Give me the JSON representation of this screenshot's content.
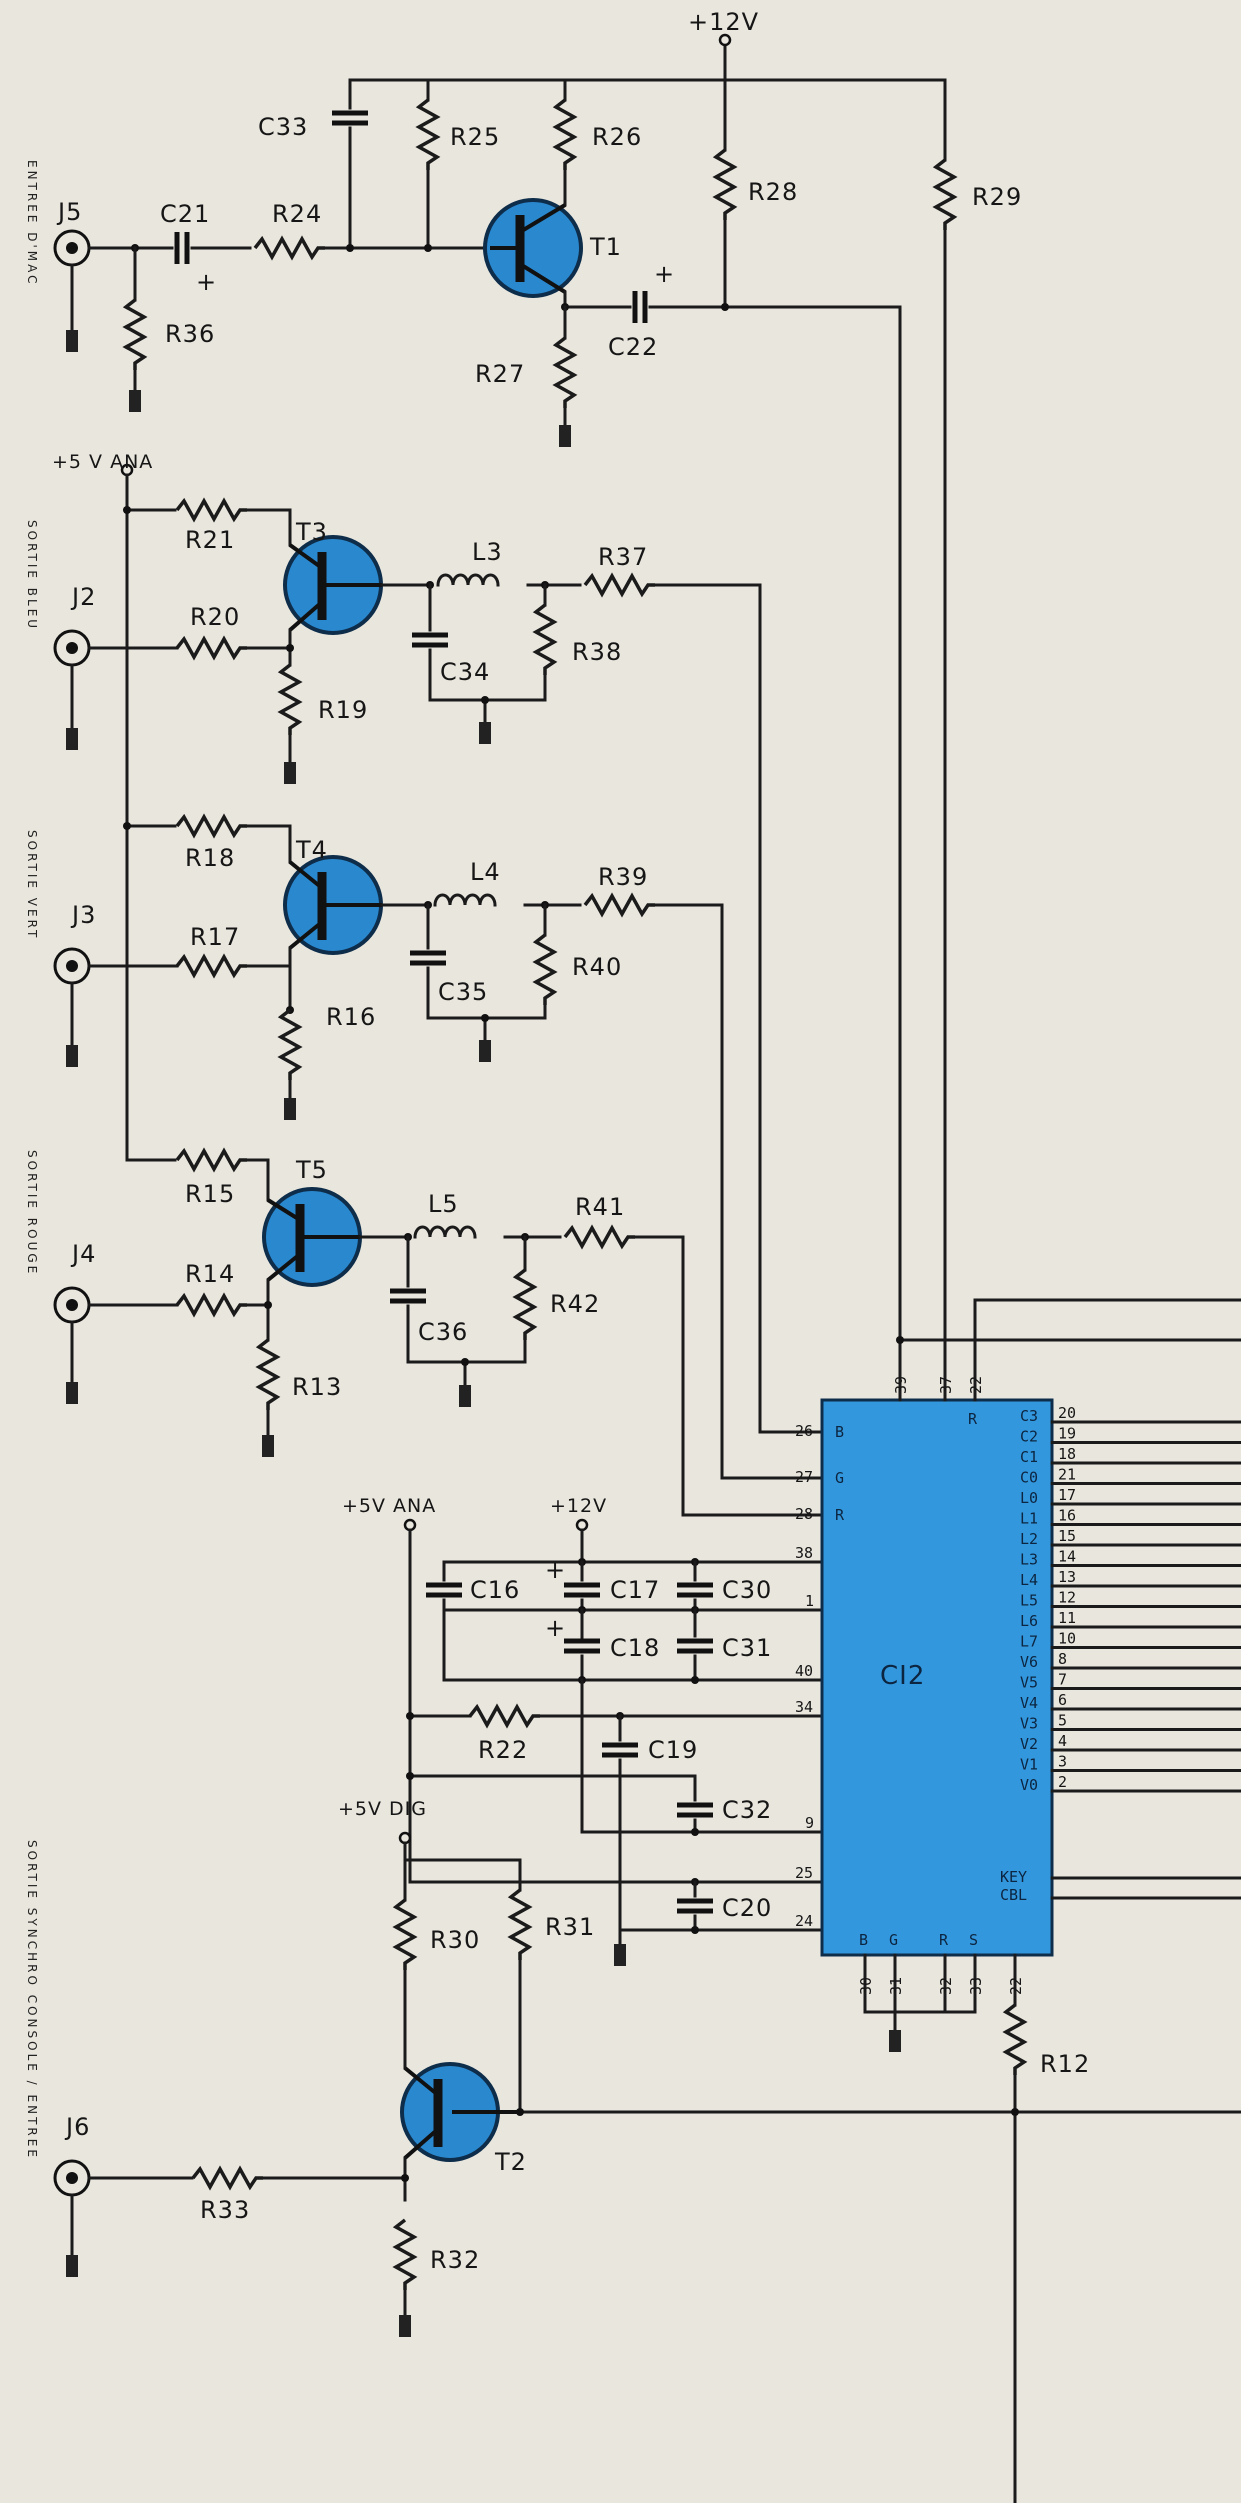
{
  "colors": {
    "paper": "#e9e6dd",
    "ink": "#1b1b1b",
    "transistor": "#2a88cf",
    "ic": "#3397dd"
  },
  "supplies": {
    "v12_top": "+12V",
    "v5_ana": "+5 V ANA",
    "v5_ana_2": "+5V ANA",
    "v12_mid": "+12V",
    "v5_dig": "+5V DIG"
  },
  "side_labels": {
    "j5": "ENTREE D'MAC",
    "j2": "SORTIE BLEU",
    "j3": "SORTIE VERT",
    "j4": "SORTIE ROUGE",
    "j6": "SORTIE SYNCHRO CONSOLE / ENTREE"
  },
  "connectors": {
    "j5": "J5",
    "j2": "J2",
    "j3": "J3",
    "j4": "J4",
    "j6": "J6"
  },
  "transistors": {
    "t1": "T1",
    "t3": "T3",
    "t4": "T4",
    "t5": "T5",
    "t2": "T2"
  },
  "inductors": {
    "l3": "L3",
    "l4": "L4",
    "l5": "L5"
  },
  "resistors": {
    "r12": "R12",
    "r13": "R13",
    "r14": "R14",
    "r15": "R15",
    "r16": "R16",
    "r17": "R17",
    "r18": "R18",
    "r19": "R19",
    "r20": "R20",
    "r21": "R21",
    "r22": "R22",
    "r24": "R24",
    "r25": "R25",
    "r26": "R26",
    "r27": "R27",
    "r28": "R28",
    "r29": "R29",
    "r30": "R30",
    "r31": "R31",
    "r32": "R32",
    "r33": "R33",
    "r36": "R36",
    "r37": "R37",
    "r38": "R38",
    "r39": "R39",
    "r40": "R40",
    "r41": "R41",
    "r42": "R42"
  },
  "capacitors": {
    "c16": "C16",
    "c17": "C17",
    "c18": "C18",
    "c19": "C19",
    "c20": "C20",
    "c21": "C21",
    "c22": "C22",
    "c30": "C30",
    "c31": "C31",
    "c32": "C32",
    "c33": "C33",
    "c34": "C34",
    "c35": "C35",
    "c36": "C36"
  },
  "polarity": {
    "plus": "+"
  },
  "ic": {
    "name": "CI2",
    "key": "KEY",
    "cbl": "CBL",
    "left_pins": [
      "26",
      "27",
      "28",
      "38",
      "1",
      "40",
      "34",
      "9",
      "25",
      "24"
    ],
    "left_signals": [
      "B",
      "G",
      "R"
    ],
    "right_signals": [
      "C3",
      "C2",
      "C1",
      "C0",
      "L0",
      "L1",
      "L2",
      "L3",
      "L4",
      "L5",
      "L6",
      "L7",
      "V6",
      "V5",
      "V4",
      "V3",
      "V2",
      "V1",
      "V0"
    ],
    "right_pins": [
      "20",
      "19",
      "18",
      "21",
      "17",
      "16",
      "15",
      "14",
      "13",
      "12",
      "11",
      "10",
      "8",
      "7",
      "6",
      "5",
      "4",
      "3",
      "2"
    ],
    "top_pins": [
      "39",
      "37",
      "22"
    ],
    "top_signal": "R",
    "bottom_pins": [
      "30",
      "31",
      "32",
      "33",
      "22"
    ],
    "bottom_signals": [
      "B",
      "G",
      "R",
      "S"
    ]
  }
}
